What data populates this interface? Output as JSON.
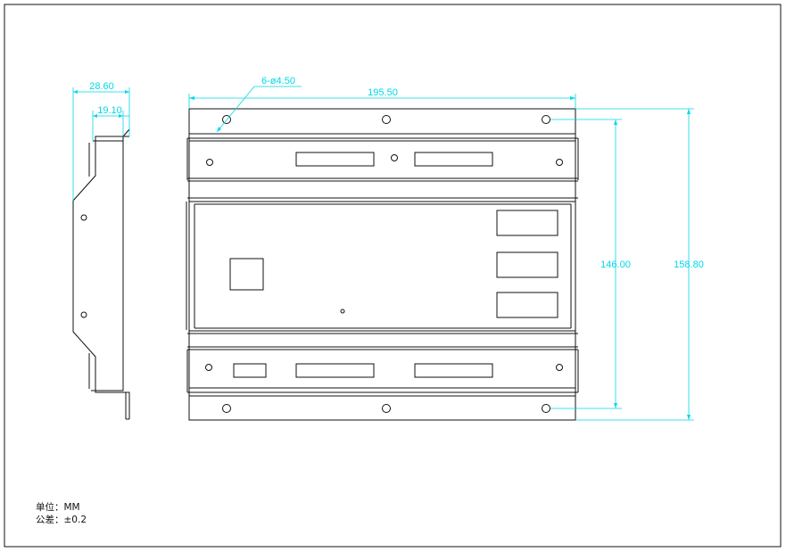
{
  "colors": {
    "line": "#111111",
    "dimension": "#00d8e8",
    "background": "#ffffff"
  },
  "dimensions": {
    "side_width": "28.60",
    "side_inner": "19.10",
    "holes": "6-ø4.50",
    "front_width": "195.50",
    "hole_spacing": "146.00",
    "front_height": "158.80"
  },
  "notes": {
    "unit": "单位：MM",
    "tolerance": "公差：±0.2"
  }
}
